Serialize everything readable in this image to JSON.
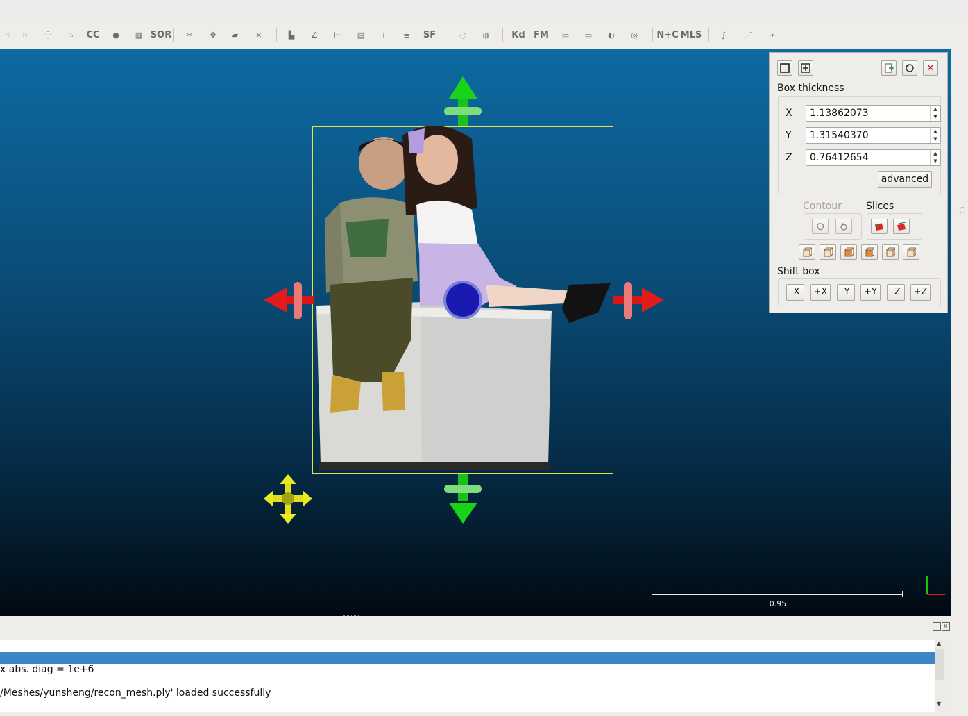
{
  "toolbar": {
    "icons": [
      {
        "name": "sample-points-icon",
        "glyph": "⁘"
      },
      {
        "name": "subsample-icon",
        "glyph": "⁙"
      },
      {
        "name": "resample-icon",
        "glyph": "⁛"
      },
      {
        "name": "noise-filter-icon",
        "glyph": "∴"
      },
      {
        "name": "cc-icon",
        "glyph": "CC"
      },
      {
        "name": "fill-icon",
        "glyph": "●"
      },
      {
        "name": "checker-icon",
        "glyph": "▦"
      },
      {
        "name": "sor-icon",
        "glyph": "SOR"
      },
      {
        "name": "scissors-icon",
        "glyph": "✂"
      },
      {
        "name": "translate-icon",
        "glyph": "✥"
      },
      {
        "name": "plane-icon",
        "glyph": "▰"
      },
      {
        "name": "align-icon",
        "glyph": "⨯"
      },
      {
        "name": "histogram-icon",
        "glyph": "▙"
      },
      {
        "name": "curve-icon",
        "glyph": "∠"
      },
      {
        "name": "minmax-icon",
        "glyph": "⊢"
      },
      {
        "name": "calculator-icon",
        "glyph": "▤"
      },
      {
        "name": "add-icon",
        "glyph": "+"
      },
      {
        "name": "sf-list-icon",
        "glyph": "≣"
      },
      {
        "name": "sf-icon",
        "glyph": "SF"
      },
      {
        "name": "canupo-create-icon",
        "glyph": "◌"
      },
      {
        "name": "canupo-classify-icon",
        "glyph": "◍"
      },
      {
        "name": "kd-icon",
        "glyph": "Kd"
      },
      {
        "name": "fm-icon",
        "glyph": "FM"
      },
      {
        "name": "doc-icon",
        "glyph": "▭"
      },
      {
        "name": "csv-icon",
        "glyph": "▭"
      },
      {
        "name": "sphere-icon",
        "glyph": "◐"
      },
      {
        "name": "globe-icon",
        "glyph": "◎"
      },
      {
        "name": "n-c-icon",
        "glyph": "N+C"
      },
      {
        "name": "mls-icon",
        "glyph": "MLS"
      },
      {
        "name": "profile-icon",
        "glyph": "∫"
      },
      {
        "name": "scatter-icon",
        "glyph": "⋰"
      },
      {
        "name": "export-icon",
        "glyph": "⇥"
      }
    ]
  },
  "viewport": {
    "scale_label": "0.95",
    "side_label": "C"
  },
  "clip_panel": {
    "box_thickness_title": "Box thickness",
    "x_label": "X",
    "y_label": "Y",
    "z_label": "Z",
    "x_value": "1.13862073",
    "y_value": "1.31540370",
    "z_value": "0.76412654",
    "advanced_label": "advanced",
    "contour_label": "Contour",
    "slices_label": "Slices",
    "shift_title": "Shift box",
    "shift_buttons": [
      "-X",
      "+X",
      "-Y",
      "+Y",
      "-Z",
      "+Z"
    ]
  },
  "console": {
    "lines": [
      "",
      "x abs. diag = 1e+6",
      "",
      "/Meshes/yunsheng/recon_mesh.ply' loaded successfully"
    ]
  },
  "colors": {
    "accent_selection": "#3a86c6",
    "viewport_top": "#0d6aa2",
    "viewport_bottom": "#010a12",
    "box_outline": "#e3e24a"
  }
}
